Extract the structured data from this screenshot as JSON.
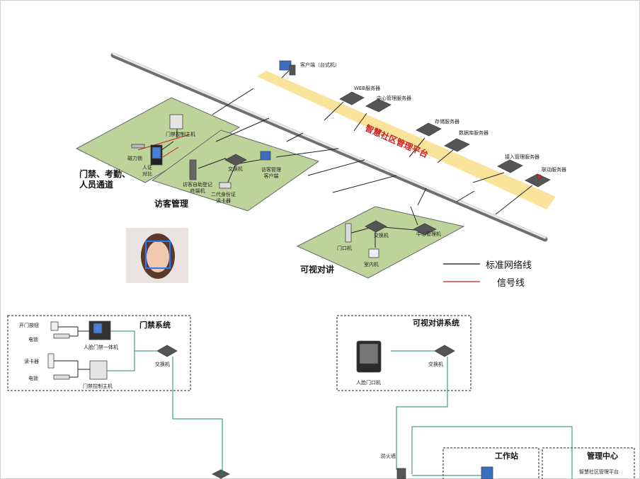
{
  "platform_label": "智慧社区管理平台",
  "nodes": {
    "client_desktop": "客户端（台式机）",
    "web_server": "WEB服务器",
    "center_server": "中心管理服务器",
    "storage_server": "存储服务器",
    "db_server": "数据库服务器",
    "access_server": "接入管理服务器",
    "link_server": "联动服务器",
    "door_controller": "门禁控制主机",
    "maglock": "磁力锁",
    "face_terminal": "人证\n对比",
    "visitor_terminal": "访客自助登记\n终端机",
    "switch_visitor": "交换机",
    "visitor_client": "访客管理\n客户端",
    "id_reader": "二代身份证\n读卡器",
    "door_station": "门口机",
    "switch_intercom": "交换机",
    "center_manager": "中心管理机",
    "indoor_unit": "室内机"
  },
  "zones": {
    "access": "门禁、考勤、\n人员通道",
    "visitor": "访客管理",
    "intercom": "可视对讲"
  },
  "legend": {
    "network": "标准网络线",
    "signal": "信号线"
  },
  "bottom": {
    "access_system": {
      "title": "门禁系统",
      "open_button": "开门按钮",
      "lock1": "电锁",
      "face_access": "人脸门禁一体机",
      "card_reader": "读卡器",
      "lock2": "电锁",
      "controller": "门禁控制主机",
      "switch": "交换机"
    },
    "intercom_system": {
      "title": "可视对讲系统",
      "face_door": "人脸门口机",
      "switch": "交换机"
    },
    "firewall": "防火墙",
    "workstation": "工作站",
    "management_center": "管理中心",
    "platform_small": "智慧社区管理平台"
  }
}
